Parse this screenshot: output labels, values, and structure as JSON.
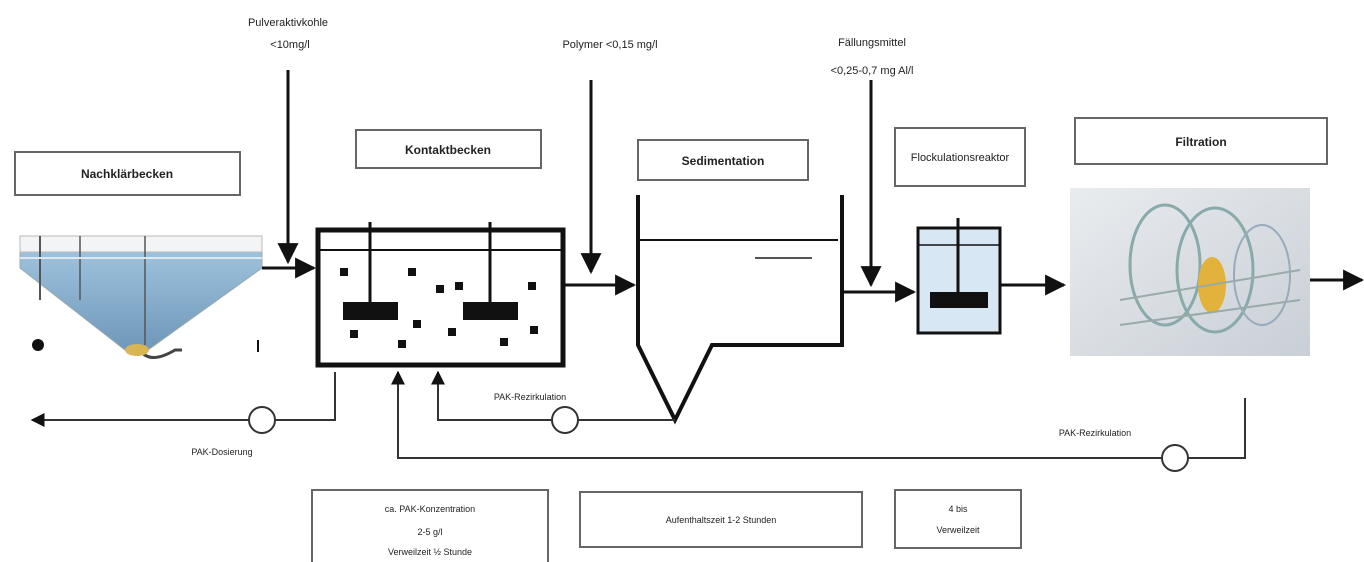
{
  "stages": {
    "secondary_clarifier": "Nachklärbecken",
    "contact_basin": "Kontaktbecken",
    "sedimentation": "Sedimentation",
    "flocculation": "Flockulationsreaktor",
    "filtration": "Filtration"
  },
  "dosing": {
    "pac": "Pulveraktivkohle",
    "pac_dose": "<10mg/l",
    "polymer": "Polymer <0,15 mg/l",
    "precipitant": "Fällungsmittel",
    "precipitant_dose": "<0,25-0,7 mg Al/l"
  },
  "flows": {
    "pac_dosing": "PAK-Dosierung",
    "pac_recirculation_1": "PAK-Rezirkulation",
    "pac_recirculation_2": "PAK-Rezirkulation"
  },
  "info_boxes": {
    "box1_line1": "ca. PAK-Konzentration",
    "box1_line2": "2-5 g/l",
    "box1_line3": "Verweilzeit ½ Stunde",
    "box2": "Aufenthaltszeit 1-2 Stunden",
    "box3_line1": "4 bis",
    "box3_line2": "Verweilzeit"
  },
  "colors": {
    "water": "#8fb7d6",
    "floc_water": "#d7e8f4",
    "line": "#111111",
    "return_line": "#333333"
  }
}
